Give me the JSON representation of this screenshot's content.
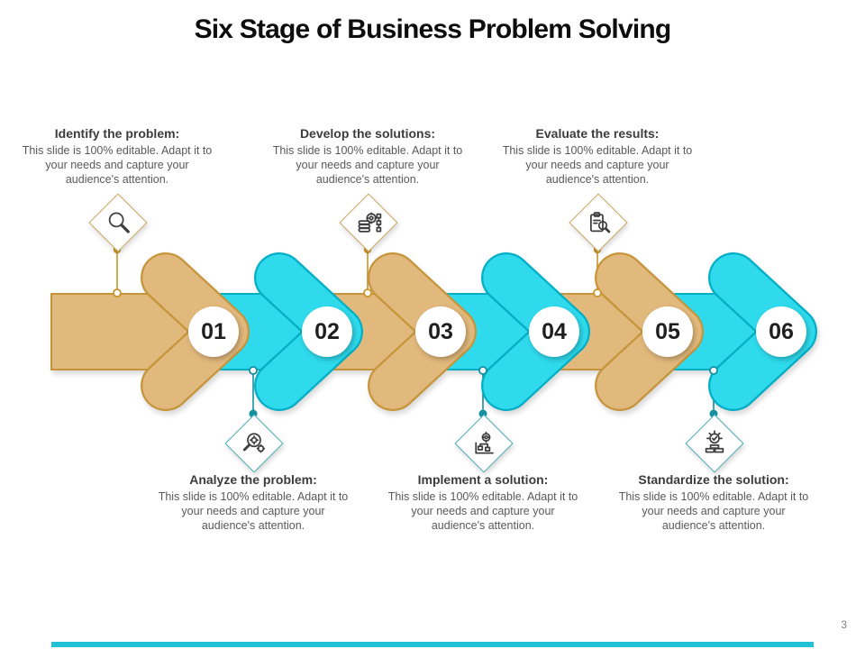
{
  "slide": {
    "title": "Six Stage of Business Problem Solving",
    "page_number": "3",
    "stages": [
      {
        "number": "01",
        "heading": "Identify the problem:",
        "body": "This slide is 100% editable. Adapt it to your needs and capture your audience's attention.",
        "icon": "search-magnifier-icon",
        "theme": "tan",
        "callout_position": "top"
      },
      {
        "number": "02",
        "heading": "Analyze the problem:",
        "body": "This slide is 100% editable. Adapt it to your needs and capture your audience's attention.",
        "icon": "magnifier-gears-icon",
        "theme": "cyan",
        "callout_position": "bottom"
      },
      {
        "number": "03",
        "heading": "Develop the solutions:",
        "body": "This slide is 100% editable. Adapt it to your needs and capture your audience's attention.",
        "icon": "coins-process-icon",
        "theme": "tan",
        "callout_position": "top"
      },
      {
        "number": "04",
        "heading": "Implement a solution:",
        "body": "This slide is 100% editable. Adapt it to your needs and capture your audience's attention.",
        "icon": "plan-gear-icon",
        "theme": "cyan",
        "callout_position": "bottom"
      },
      {
        "number": "05",
        "heading": "Evaluate the results:",
        "body": "This slide is 100% editable. Adapt it to your needs and capture your audience's attention.",
        "icon": "clipboard-magnifier-icon",
        "theme": "tan",
        "callout_position": "top"
      },
      {
        "number": "06",
        "heading": "Standardize the solution:",
        "body": "This slide is 100% editable. Adapt it to your needs and capture your audience's attention.",
        "icon": "award-podium-icon",
        "theme": "cyan",
        "callout_position": "bottom"
      }
    ],
    "colors": {
      "tan_fill": "#E2B97C",
      "tan_border": "#C6953B",
      "cyan_fill": "#2EDAEC",
      "cyan_border": "#03AEC5",
      "gold_connector": "#C8942C",
      "teal_connector": "#13919F",
      "gold_diamond_border": "#C9A45B",
      "teal_diamond_border": "#4AA9B3",
      "accent_bar": "#22C2D6",
      "number_circle_bg": "#FFFFFF"
    }
  }
}
